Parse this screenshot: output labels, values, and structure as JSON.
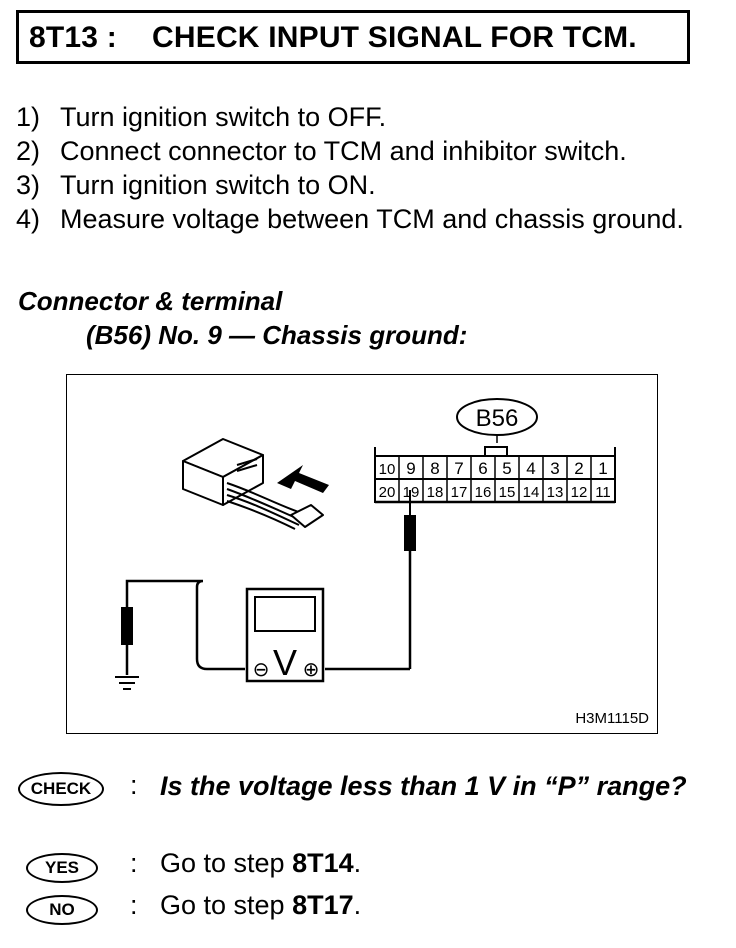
{
  "header": {
    "code": "8T13 :",
    "title": "CHECK INPUT SIGNAL FOR TCM."
  },
  "steps": [
    {
      "num": "1)",
      "text": "Turn ignition switch to OFF."
    },
    {
      "num": "2)",
      "text": "Connect connector to TCM and inhibitor switch."
    },
    {
      "num": "3)",
      "text": "Turn ignition switch to ON."
    },
    {
      "num": "4)",
      "text": "Measure voltage between TCM and chassis ground."
    }
  ],
  "measure": {
    "heading": "Connector & terminal",
    "spec": "(B56) No. 9 — Chassis ground:"
  },
  "figure": {
    "connector_label": "B56",
    "pins_top": [
      "10",
      "9",
      "8",
      "7",
      "6",
      "5",
      "4",
      "3",
      "2",
      "1"
    ],
    "pins_bottom": [
      "20",
      "19",
      "18",
      "17",
      "16",
      "15",
      "14",
      "13",
      "12",
      "11"
    ],
    "meter_symbol": "V",
    "meter_minus": "⊖",
    "meter_plus": "⊕",
    "figure_code": "H3M1115D"
  },
  "check": {
    "badge": "CHECK",
    "separator": ":",
    "question": "Is the voltage less than 1 V in “P” range?"
  },
  "yes": {
    "badge": "YES",
    "separator": ":",
    "text": "Go to step ",
    "step": "8T14",
    "end": "."
  },
  "no": {
    "badge": "NO",
    "separator": ":",
    "text": "Go to step ",
    "step": "8T17",
    "end": "."
  }
}
